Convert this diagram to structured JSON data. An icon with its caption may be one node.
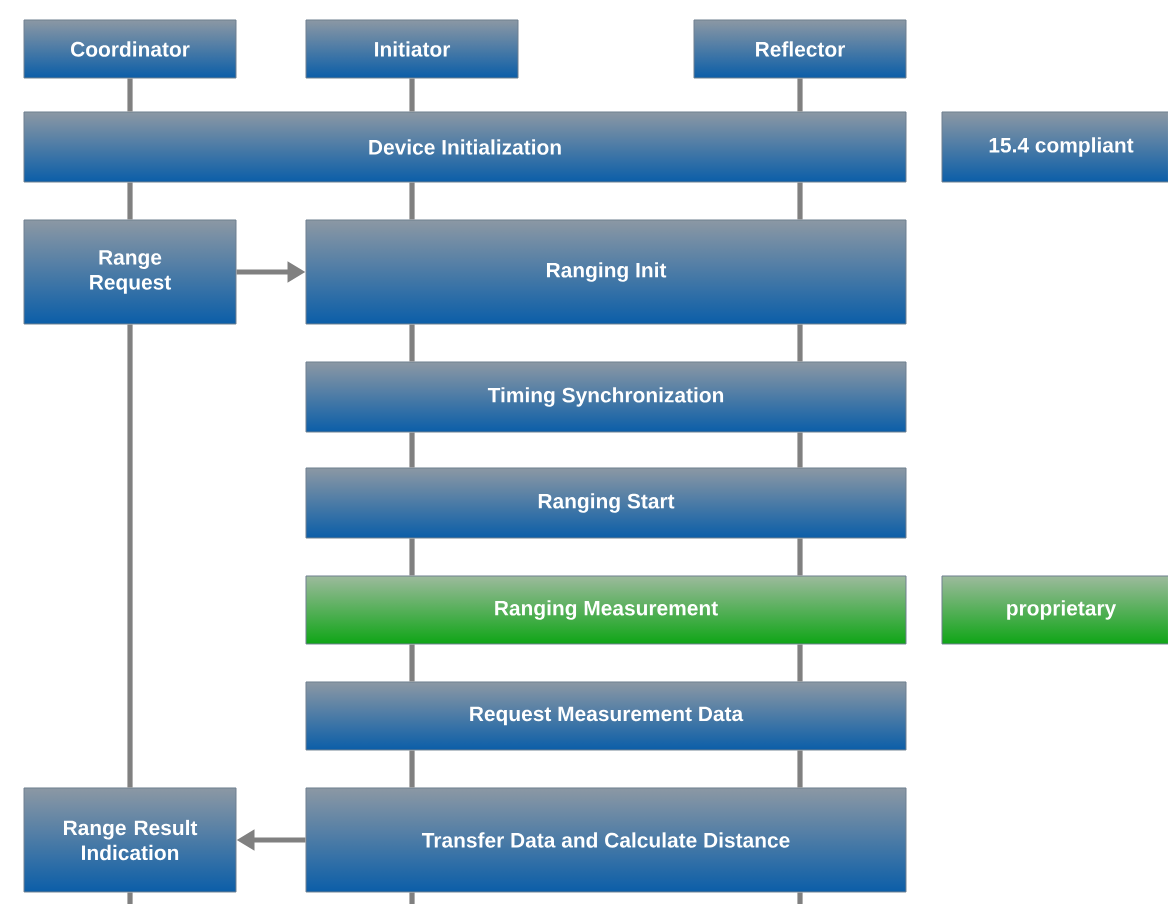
{
  "diagram": {
    "nodes": [
      {
        "text": [
          "Coordinator"
        ]
      },
      {
        "text": [
          "Initiator"
        ]
      },
      {
        "text": [
          "Reflector"
        ]
      },
      {
        "text": [
          "Device Initialization"
        ]
      },
      {
        "text": [
          "15.4 compliant"
        ]
      },
      {
        "text": [
          "Range Request"
        ]
      },
      {
        "text": [
          "Ranging Init"
        ]
      },
      {
        "text": [
          "Timing Synchronization"
        ]
      },
      {
        "text": [
          "Ranging Start"
        ]
      },
      {
        "text": [
          "Ranging Measurement"
        ]
      },
      {
        "text": [
          "proprietary"
        ]
      },
      {
        "text": [
          "Request Measurement Data"
        ]
      },
      {
        "text": [
          "Range Result Indication"
        ]
      },
      {
        "text": [
          "Transfer Data and Calculate Distance"
        ]
      }
    ],
    "edges": [
      {
        "from": 0,
        "to": 3,
        "arrow": "none"
      },
      {
        "from": 3,
        "to": 5,
        "arrow": "none"
      },
      {
        "from": 5,
        "to": 12,
        "arrow": "none"
      },
      {
        "from": 12,
        "to": null,
        "arrow": "none"
      },
      {
        "from": 1,
        "to": 3,
        "arrow": "none"
      },
      {
        "from": 3,
        "to": 6,
        "arrow": "none"
      },
      {
        "from": 6,
        "to": 7,
        "arrow": "none"
      },
      {
        "from": 7,
        "to": 8,
        "arrow": "none"
      },
      {
        "from": 8,
        "to": 9,
        "arrow": "none"
      },
      {
        "from": 9,
        "to": 11,
        "arrow": "none"
      },
      {
        "from": 11,
        "to": 13,
        "arrow": "none"
      },
      {
        "from": 13,
        "to": null,
        "arrow": "none"
      },
      {
        "from": 2,
        "to": 3,
        "arrow": "none"
      },
      {
        "from": 3,
        "to": 6,
        "arrow": "none"
      },
      {
        "from": 6,
        "to": 7,
        "arrow": "none"
      },
      {
        "from": 7,
        "to": 8,
        "arrow": "none"
      },
      {
        "from": 8,
        "to": 9,
        "arrow": "none"
      },
      {
        "from": 9,
        "to": 11,
        "arrow": "none"
      },
      {
        "from": 11,
        "to": 13,
        "arrow": "none"
      },
      {
        "from": 13,
        "to": null,
        "arrow": "none"
      },
      {
        "from": 5,
        "to": 6,
        "arrow": "to"
      },
      {
        "from": 13,
        "to": 12,
        "arrow": "to"
      }
    ]
  }
}
